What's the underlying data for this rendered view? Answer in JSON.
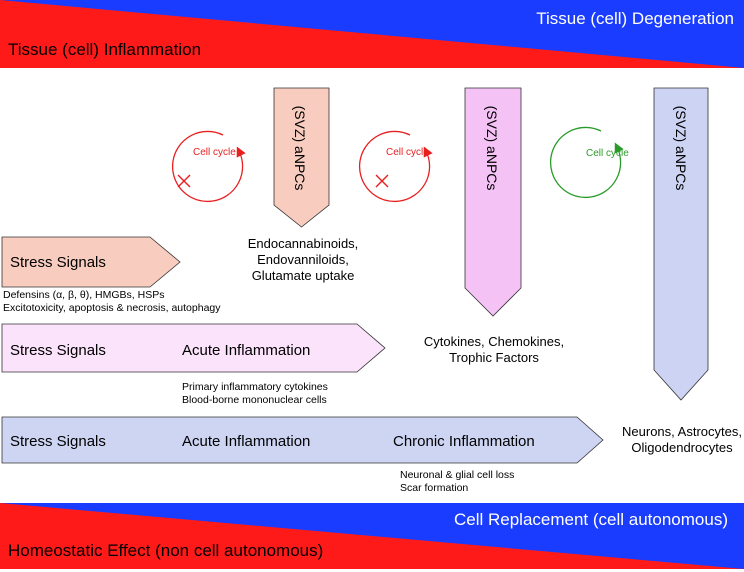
{
  "top_band": {
    "left_label": "Tissue (cell) Inflammation",
    "right_label": "Tissue (cell) Degeneration",
    "color_left": "#ff1a1a",
    "color_right": "#1a3cff"
  },
  "bottom_band": {
    "left_label": "Homeostatic Effect (non cell autonomous)",
    "right_label": "Cell Replacement (cell autonomous)",
    "color_left": "#ff1a1a",
    "color_right": "#1a3cff"
  },
  "cycles": [
    {
      "label": "Cell cycle",
      "color": "#e82020",
      "blocked": true
    },
    {
      "label": "Cell cycle",
      "color": "#e82020",
      "blocked": true
    },
    {
      "label": "Cell cycle",
      "color": "#2a9a2a",
      "blocked": false
    }
  ],
  "npc_arrows": [
    {
      "label": "(SVZ) aNPCs",
      "fill": "#f8cdbf",
      "output": [
        "Endocannabinoids,",
        "Endovanniloids,",
        "Glutamate uptake"
      ]
    },
    {
      "label": "(SVZ) aNPCs",
      "fill": "#f5c2f5",
      "output": [
        "Cytokines, Chemokines,",
        "Trophic Factors"
      ]
    },
    {
      "label": "(SVZ) aNPCs",
      "fill": "#cdd3f3",
      "output": [
        "Neurons, Astrocytes,",
        "Oligodendrocytes"
      ]
    }
  ],
  "stage_arrows": [
    {
      "fill": "#f8cdbf",
      "stages": [
        "Stress Signals"
      ],
      "notes": [
        "Defensins (α, β, θ), HMGBs, HSPs",
        "Excitotoxicity, apoptosis & necrosis, autophagy"
      ]
    },
    {
      "fill": "#fbe3fb",
      "stages": [
        "Stress Signals",
        "Acute Inflammation"
      ],
      "notes": [
        "Primary inflammatory cytokines",
        "Blood-borne mononuclear cells"
      ]
    },
    {
      "fill": "#cdd5f3",
      "stages": [
        "Stress Signals",
        "Acute Inflammation",
        "Chronic Inflammation"
      ],
      "notes": [
        "Neuronal & glial cell loss",
        "Scar formation"
      ]
    }
  ]
}
